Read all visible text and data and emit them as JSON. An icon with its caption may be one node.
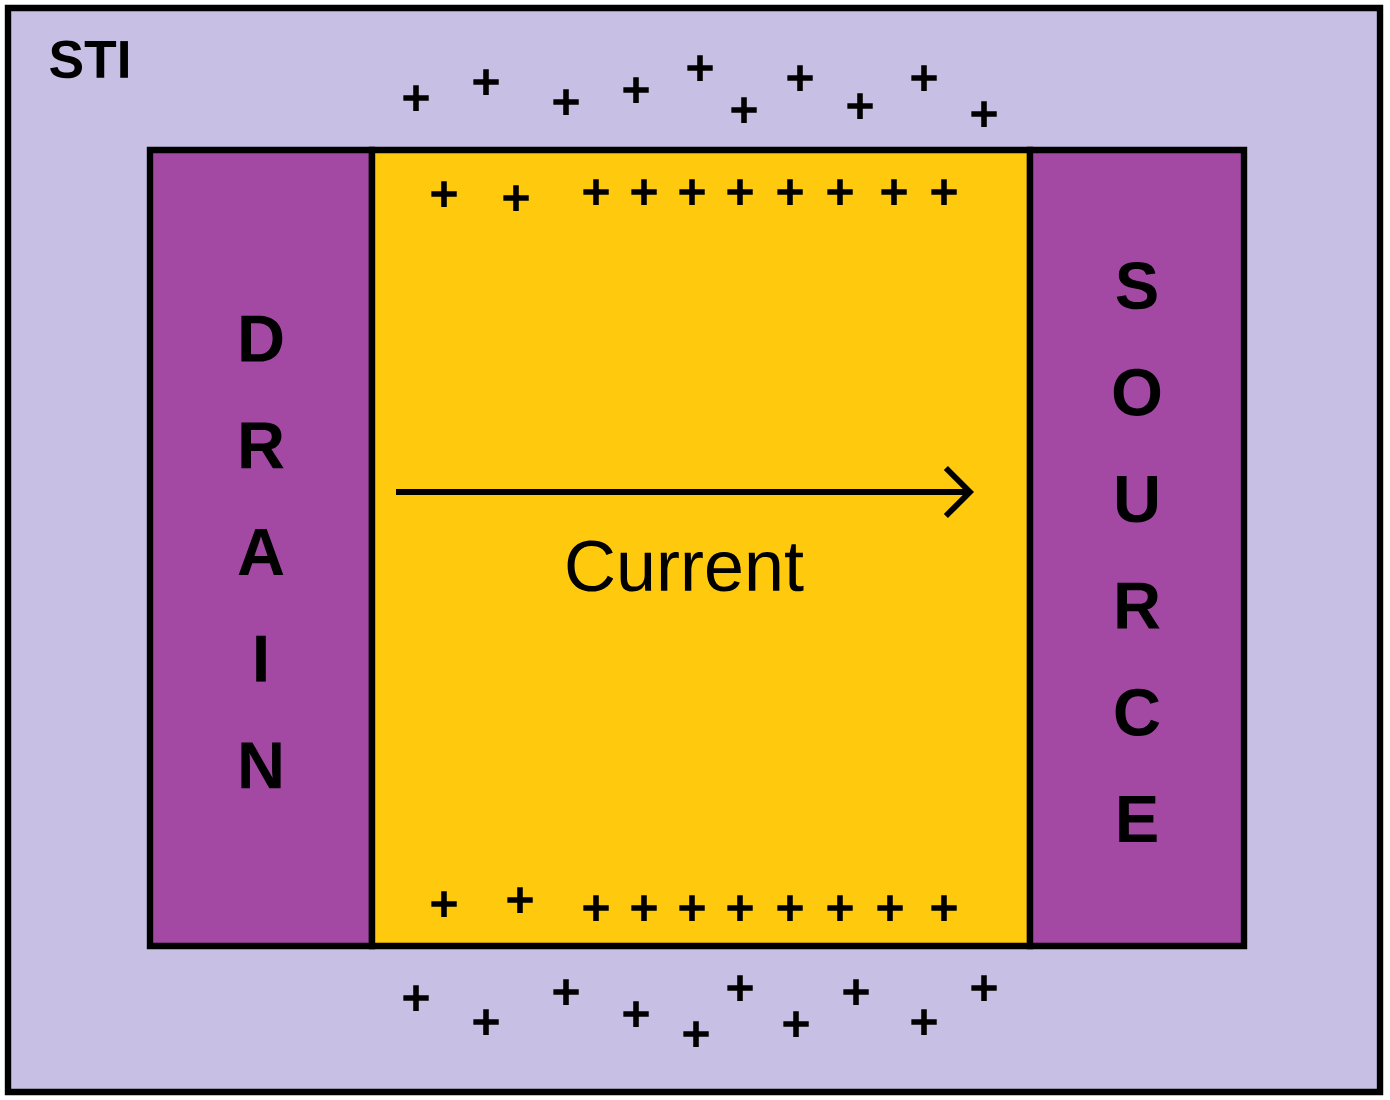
{
  "diagram": {
    "nodes": [
      {
        "text": [
          "STI"
        ]
      },
      {
        "text": [
          "DRAIN"
        ],
        "in": 0
      },
      {
        "text": [],
        "shape": "box",
        "in": 0
      },
      {
        "text": [
          "SOURCE"
        ],
        "in": 0
      }
    ],
    "labels": [
      "+",
      "+",
      "+",
      "+",
      "+",
      "+",
      "+",
      "+",
      "+",
      "+",
      "+",
      "+",
      "+",
      "+",
      "+",
      "+",
      "+",
      "+",
      "+",
      "+",
      "Current",
      "+",
      "+",
      "+",
      "+",
      "+",
      "+",
      "+",
      "+",
      "+",
      "+",
      "+",
      "+",
      "+",
      "+",
      "+",
      "+",
      "+",
      "+",
      "+",
      "+"
    ]
  }
}
